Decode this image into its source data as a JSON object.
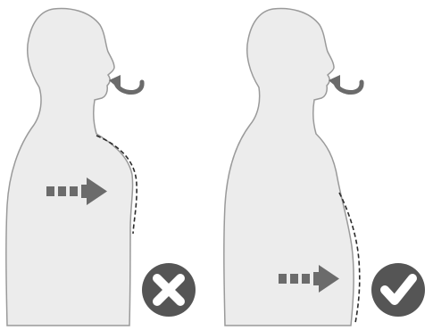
{
  "colors": {
    "body_fill": "#ececec",
    "body_stroke": "#9a9a9a",
    "arrow": "#6b6b6b",
    "badge": "#555555",
    "badge_mark": "#ffffff"
  },
  "panels": [
    {
      "id": "incorrect",
      "breath_in_icon": "curved-arrow-into-mouth",
      "movement_icon": "dashed-arrow-right",
      "movement_region": "chest",
      "status_icon": "x-mark",
      "status": "incorrect"
    },
    {
      "id": "correct",
      "breath_in_icon": "curved-arrow-into-mouth",
      "movement_icon": "dashed-arrow-right",
      "movement_region": "belly",
      "status_icon": "check-mark",
      "status": "correct"
    }
  ]
}
